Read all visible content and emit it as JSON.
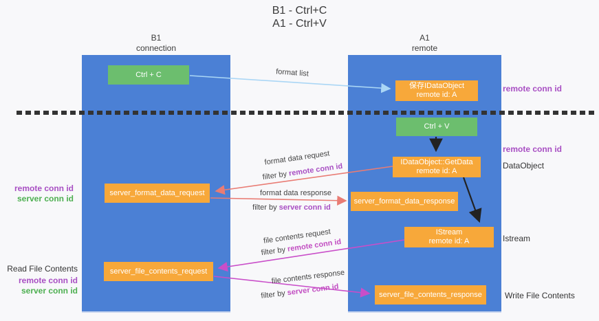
{
  "title": {
    "line1": "B1 - Ctrl+C",
    "line2": "A1 - Ctrl+V"
  },
  "lanes": {
    "b1": {
      "name": "B1",
      "subtitle": "connection"
    },
    "a1": {
      "name": "A1",
      "subtitle": "remote"
    }
  },
  "nodes": {
    "ctrl_c": {
      "label": "Ctrl + C"
    },
    "save_idataobject": {
      "line1": "保存IDataObject",
      "line2": "remote id: A"
    },
    "ctrl_v": {
      "label": "Ctrl + V"
    },
    "getdata": {
      "line1": "IDataObject::GetData",
      "line2": "remote id: A"
    },
    "format_request": {
      "label": "server_format_data_request"
    },
    "format_response": {
      "label": "server_format_data_response"
    },
    "istream": {
      "line1": "IStream",
      "line2": "remote id: A"
    },
    "file_request": {
      "label": "server_file_contents_request"
    },
    "file_response": {
      "label": "server_file_contents_response"
    }
  },
  "arrow_labels": {
    "format_list": "format list",
    "format_data_request": "format data request",
    "format_req_filter": {
      "prefix": "filter by",
      "key": "remote conn id"
    },
    "format_data_response": "format data response",
    "format_res_filter": {
      "prefix": "filter by",
      "key": "server conn id"
    },
    "file_contents_request": "file contents request",
    "file_req_filter": {
      "prefix": "filter by",
      "key": "remote conn id"
    },
    "file_contents_response": "file contents response",
    "file_res_filter": {
      "prefix": "filter by",
      "key": "server conn id"
    }
  },
  "side_labels": {
    "remote_conn_id_top": "remote conn id",
    "remote_conn_id_mid": "remote conn id",
    "dataobject": "DataObject",
    "istream": "Istream",
    "write_file_contents": "Write File Contents",
    "read_file_contents": "Read File Contents",
    "left_remote_1": "remote conn id",
    "left_server_1": "server conn id",
    "left_remote_2": "remote conn id",
    "left_server_2": "server conn id"
  },
  "colors": {
    "lane_blue": "#4b80d5",
    "node_green": "#6cbe6e",
    "node_orange": "#f7a83a",
    "arrow_light_blue": "#aad6f5",
    "arrow_salmon": "#e97c74",
    "arrow_magenta": "#c94ec9",
    "arrow_black": "#222222",
    "label_purple": "#a84fc3",
    "label_green": "#4daf50",
    "label_magenta": "#c24ec2",
    "dashed_line": "#333333",
    "background": "#f8f8fa"
  }
}
